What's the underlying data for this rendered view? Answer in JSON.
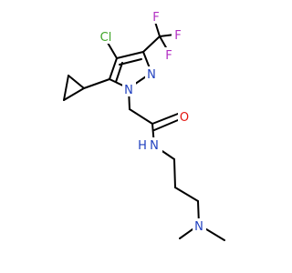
{
  "atom_colors": {
    "C": "#000000",
    "N": "#1f3fbf",
    "O": "#e3150f",
    "Cl": "#3fa428",
    "F": "#b22fc2"
  },
  "atoms": {
    "cl": {
      "text": "Cl",
      "element": "Cl"
    },
    "f1": {
      "text": "F",
      "element": "F"
    },
    "f2": {
      "text": "F",
      "element": "F"
    },
    "f3": {
      "text": "F",
      "element": "F"
    },
    "n_ring1": {
      "text": "N",
      "element": "N"
    },
    "n_ring2": {
      "text": "N",
      "element": "N"
    },
    "o": {
      "text": "O",
      "element": "O"
    },
    "nh_n": {
      "text": "N",
      "element": "N"
    },
    "nh_h": {
      "text": "H",
      "element": "N"
    },
    "n_amine": {
      "text": "N",
      "element": "N"
    }
  }
}
